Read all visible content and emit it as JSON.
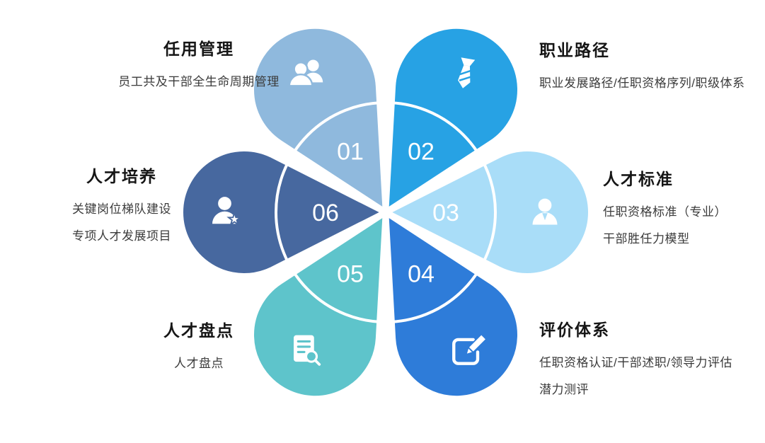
{
  "petals": [
    {
      "number": "01",
      "title": "任用管理",
      "desc_lines": [
        "员工共及干部全生命周期管理"
      ],
      "color": "#8FB9DD",
      "icon": "users-icon"
    },
    {
      "number": "02",
      "title": "职业路径",
      "desc_lines": [
        "职业发展路径/任职资格序列/职级体系"
      ],
      "color": "#27A2E4",
      "icon": "tie-icon"
    },
    {
      "number": "03",
      "title": "人才标准",
      "desc_lines": [
        "任职资格标准（专业）",
        "干部胜任力模型"
      ],
      "color": "#A9DDF8",
      "icon": "user-icon"
    },
    {
      "number": "04",
      "title": "评价体系",
      "desc_lines": [
        "任职资格认证/干部述职/领导力评估",
        "潜力测评"
      ],
      "color": "#2E7CD9",
      "icon": "edit-icon"
    },
    {
      "number": "05",
      "title": "人才盘点",
      "desc_lines": [
        "人才盘点"
      ],
      "color": "#5EC4CB",
      "icon": "report-search-icon"
    },
    {
      "number": "06",
      "title": "人才培养",
      "desc_lines": [
        "关键岗位梯队建设",
        "专项人才发展项目"
      ],
      "color": "#47689F",
      "icon": "user-star-icon"
    }
  ],
  "colors": {
    "background": "#ffffff",
    "ring": "#ffffff",
    "number_text": "#ffffff",
    "title_text": "#161616",
    "desc_text": "#3b3b3b"
  }
}
